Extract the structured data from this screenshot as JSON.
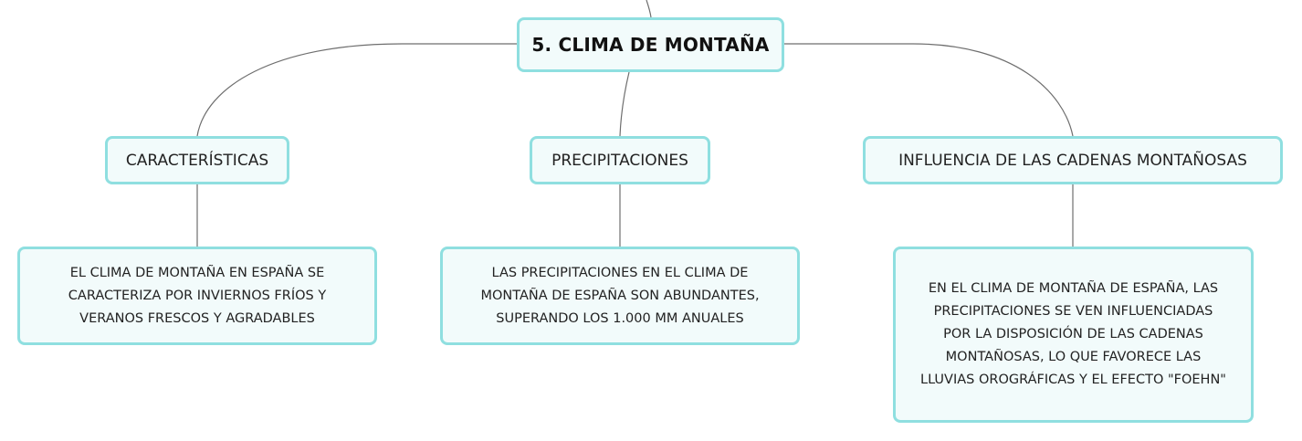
{
  "map": {
    "root": {
      "label": "5. CLIMA DE MONTAÑA"
    },
    "branches": [
      {
        "label": "CARACTERÍSTICAS",
        "detail_lines": [
          "EL CLIMA DE MONTAÑA EN ESPAÑA SE",
          "CARACTERIZA POR INVIERNOS FRÍOS Y",
          "VERANOS FRESCOS Y AGRADABLES"
        ]
      },
      {
        "label": "PRECIPITACIONES",
        "detail_lines": [
          "LAS PRECIPITACIONES EN EL CLIMA DE",
          "MONTAÑA DE ESPAÑA SON ABUNDANTES,",
          "SUPERANDO LOS 1.000 MM ANUALES"
        ]
      },
      {
        "label": "INFLUENCIA DE LAS CADENAS MONTAÑOSAS",
        "detail_lines": [
          "EN EL CLIMA DE MONTAÑA DE ESPAÑA, LAS",
          "PRECIPITACIONES SE VEN INFLUENCIADAS",
          "POR LA DISPOSICIÓN DE LAS CADENAS",
          "MONTAÑOSAS, LO QUE FAVORECE LAS",
          "LLUVIAS OROGRÁFICAS Y EL EFECTO \"FOEHN\""
        ]
      }
    ]
  },
  "colors": {
    "node_border": "#8fdfe0",
    "node_fill": "#f2fbfb",
    "connector": "#6e6e6e"
  }
}
